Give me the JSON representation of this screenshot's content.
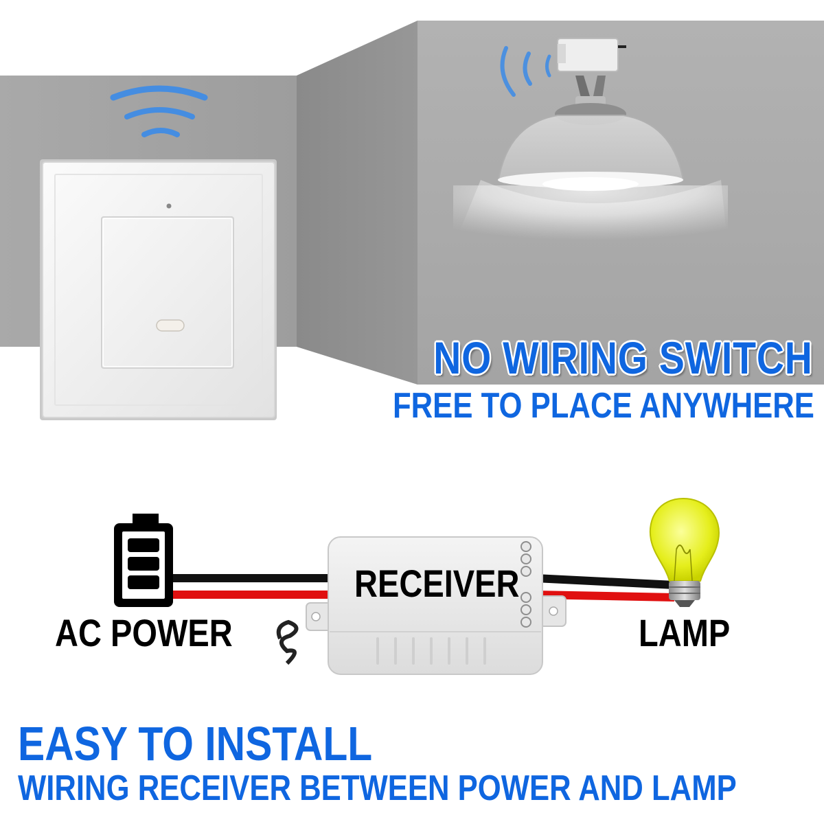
{
  "headline": "NO WIRING SWITCH",
  "subline": "FREE TO PLACE ANYWHERE",
  "labels": {
    "receiver": "RECEIVER",
    "ac_power": "AC POWER",
    "lamp": "LAMP"
  },
  "bottom": {
    "title": "EASY TO INSTALL",
    "subtitle": "WIRING RECEIVER BETWEEN POWER AND LAMP"
  },
  "colors": {
    "accent_blue": "#0f66e0",
    "wire_red": "#e01010",
    "wire_black": "#111111",
    "bulb_yellow": "#e6f020"
  },
  "icons": [
    "battery-icon",
    "light-bulb-icon",
    "wireless-signal-icon",
    "ceiling-lamp-icon",
    "wall-switch-icon",
    "receiver-module-icon"
  ]
}
